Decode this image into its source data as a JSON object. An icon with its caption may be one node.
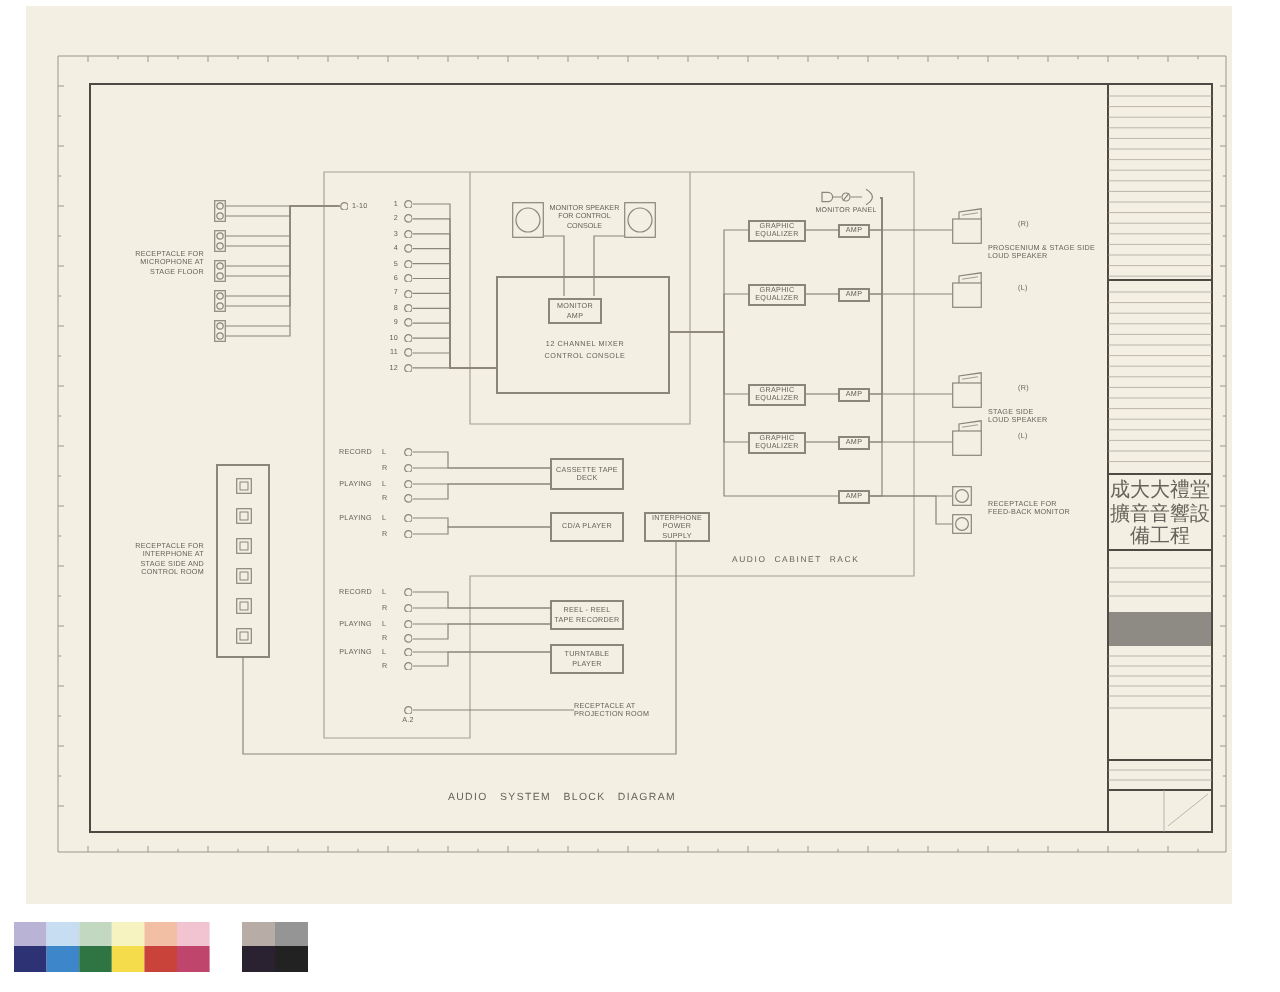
{
  "diagram": {
    "title": "AUDIO SYSTEM BLOCK DIAGRAM",
    "nodes": [
      {
        "text": [],
        "shape": "box"
      },
      {
        "text": [],
        "shape": "box"
      },
      {
        "text": [],
        "shape": "box"
      },
      {
        "text": [],
        "shape": "box"
      },
      {
        "text": [],
        "shape": "box"
      },
      {
        "text": [],
        "shape": "circle",
        "beside": [
          "1-10"
        ]
      },
      {
        "text": [],
        "shape": "circle",
        "beside": [
          "1"
        ]
      },
      {
        "text": [],
        "shape": "circle",
        "beside": [
          "2"
        ]
      },
      {
        "text": [],
        "shape": "circle",
        "beside": [
          "3"
        ]
      },
      {
        "text": [],
        "shape": "circle",
        "beside": [
          "4"
        ]
      },
      {
        "text": [],
        "shape": "circle",
        "beside": [
          "5"
        ]
      },
      {
        "text": [],
        "shape": "circle",
        "beside": [
          "6"
        ]
      },
      {
        "text": [],
        "shape": "circle",
        "beside": [
          "7"
        ]
      },
      {
        "text": [],
        "shape": "circle",
        "beside": [
          "8"
        ]
      },
      {
        "text": [],
        "shape": "circle",
        "beside": [
          "9"
        ]
      },
      {
        "text": [],
        "shape": "circle",
        "beside": [
          "10"
        ]
      },
      {
        "text": [],
        "shape": "circle",
        "beside": [
          "11"
        ]
      },
      {
        "text": [],
        "shape": "circle",
        "beside": [
          "12"
        ]
      },
      {
        "text": [],
        "shape": "speaker"
      },
      {
        "text": [],
        "shape": "speaker"
      },
      {
        "text": [
          "12 CHANNEL MIXER CONTROL CONSOLE"
        ]
      },
      {
        "text": [
          "MONITOR AMP"
        ],
        "in": 20
      },
      {
        "text": [
          "MONITOR PANEL"
        ]
      },
      {
        "text": [
          "GRAPHIC EQUALIZER"
        ]
      },
      {
        "text": [
          "AMP"
        ]
      },
      {
        "text": [],
        "shape": "speaker"
      },
      {
        "text": [
          "GRAPHIC EQUALIZER"
        ]
      },
      {
        "text": [
          "AMP"
        ]
      },
      {
        "text": [],
        "shape": "speaker"
      },
      {
        "text": [
          "GRAPHIC EQUALIZER"
        ]
      },
      {
        "text": [
          "AMP"
        ]
      },
      {
        "text": [],
        "shape": "speaker"
      },
      {
        "text": [
          "GRAPHIC EQUALIZER"
        ]
      },
      {
        "text": [
          "AMP"
        ]
      },
      {
        "text": [],
        "shape": "speaker"
      },
      {
        "text": [
          "AMP"
        ]
      },
      {
        "text": [],
        "shape": "box"
      },
      {
        "text": [],
        "shape": "box"
      },
      {
        "text": [],
        "shape": "box",
        "beside": [
          "RECEPTACLE FOR INTERPHONE AT STAGE SIDE AND CONTROL ROOM"
        ]
      },
      {
        "text": [],
        "shape": "circle",
        "beside": [
          "RECORD",
          "L"
        ]
      },
      {
        "text": [],
        "shape": "circle",
        "beside": [
          "R"
        ]
      },
      {
        "text": [],
        "shape": "circle",
        "beside": [
          "PLAYING",
          "L"
        ]
      },
      {
        "text": [],
        "shape": "circle",
        "beside": [
          "R"
        ]
      },
      {
        "text": [
          "CASSETTE TAPE DECK"
        ]
      },
      {
        "text": [],
        "shape": "circle",
        "beside": [
          "PLAYING",
          "L"
        ]
      },
      {
        "text": [],
        "shape": "circle",
        "beside": [
          "R"
        ]
      },
      {
        "text": [
          "CD/A PLAYER"
        ]
      },
      {
        "text": [
          "INTERPHONE POWER SUPPLY"
        ]
      },
      {
        "text": [],
        "shape": "circle",
        "beside": [
          "RECORD",
          "L"
        ]
      },
      {
        "text": [],
        "shape": "circle",
        "beside": [
          "R"
        ]
      },
      {
        "text": [],
        "shape": "circle",
        "beside": [
          "PLAYING",
          "L"
        ]
      },
      {
        "text": [],
        "shape": "circle",
        "beside": [
          "R"
        ]
      },
      {
        "text": [
          "REEL - REEL TAPE RECORDER"
        ]
      },
      {
        "text": [],
        "shape": "circle",
        "beside": [
          "PLAYING",
          "L"
        ]
      },
      {
        "text": [],
        "shape": "circle",
        "beside": [
          "R"
        ]
      },
      {
        "text": [
          "TURNTABLE PLAYER"
        ]
      },
      {
        "text": [],
        "shape": "circle",
        "beside": [
          "A.2"
        ]
      },
      {
        "text": [
          "RECEPTACLE AT PROJECTION ROOM"
        ]
      }
    ],
    "edges": [
      {
        "from": 0,
        "to": 5,
        "arrow": "none"
      },
      {
        "from": 1,
        "to": 5,
        "arrow": "none"
      },
      {
        "from": 2,
        "to": 5,
        "arrow": "none"
      },
      {
        "from": 3,
        "to": 5,
        "arrow": "none"
      },
      {
        "from": 4,
        "to": 5,
        "arrow": "none"
      },
      {
        "from": 6,
        "to": 20,
        "arrow": "none"
      },
      {
        "from": 7,
        "to": 20,
        "arrow": "none"
      },
      {
        "from": 8,
        "to": 20,
        "arrow": "none"
      },
      {
        "from": 9,
        "to": 20,
        "arrow": "none"
      },
      {
        "from": 10,
        "to": 20,
        "arrow": "none"
      },
      {
        "from": 11,
        "to": 20,
        "arrow": "none"
      },
      {
        "from": 12,
        "to": 20,
        "arrow": "none"
      },
      {
        "from": 13,
        "to": 20,
        "arrow": "none"
      },
      {
        "from": 14,
        "to": 20,
        "arrow": "none"
      },
      {
        "from": 15,
        "to": 20,
        "arrow": "none"
      },
      {
        "from": 16,
        "to": 20,
        "arrow": "none"
      },
      {
        "from": 17,
        "to": 20,
        "arrow": "none"
      },
      {
        "from": 21,
        "to": 18,
        "arrow": "none"
      },
      {
        "from": 21,
        "to": 19,
        "arrow": "none"
      },
      {
        "from": 20,
        "to": 23,
        "arrow": "none"
      },
      {
        "from": 20,
        "to": 26,
        "arrow": "none"
      },
      {
        "from": 20,
        "to": 29,
        "arrow": "none"
      },
      {
        "from": 20,
        "to": 32,
        "arrow": "none"
      },
      {
        "from": 20,
        "to": 35,
        "arrow": "none"
      },
      {
        "from": 23,
        "to": 24,
        "arrow": "none"
      },
      {
        "from": 26,
        "to": 27,
        "arrow": "none"
      },
      {
        "from": 29,
        "to": 30,
        "arrow": "none"
      },
      {
        "from": 32,
        "to": 33,
        "arrow": "none"
      },
      {
        "from": 24,
        "to": 25,
        "arrow": "none"
      },
      {
        "from": 27,
        "to": 28,
        "arrow": "none"
      },
      {
        "from": 30,
        "to": 31,
        "arrow": "none"
      },
      {
        "from": 33,
        "to": 34,
        "arrow": "none"
      },
      {
        "from": 35,
        "to": 36,
        "arrow": "none"
      },
      {
        "from": 35,
        "to": 37,
        "arrow": "none"
      },
      {
        "from": 22,
        "to": 24,
        "arrow": "none"
      },
      {
        "from": 22,
        "to": 27,
        "arrow": "none"
      },
      {
        "from": 22,
        "to": 30,
        "arrow": "none"
      },
      {
        "from": 22,
        "to": 33,
        "arrow": "none"
      },
      {
        "from": 22,
        "to": 35,
        "arrow": "none"
      },
      {
        "from": 39,
        "to": 43,
        "arrow": "none"
      },
      {
        "from": 40,
        "to": 43,
        "arrow": "none"
      },
      {
        "from": 41,
        "to": 43,
        "arrow": "none"
      },
      {
        "from": 42,
        "to": 43,
        "arrow": "none"
      },
      {
        "from": 44,
        "to": 46,
        "arrow": "none"
      },
      {
        "from": 45,
        "to": 46,
        "arrow": "none"
      },
      {
        "from": 48,
        "to": 52,
        "arrow": "none"
      },
      {
        "from": 49,
        "to": 52,
        "arrow": "none"
      },
      {
        "from": 50,
        "to": 52,
        "arrow": "none"
      },
      {
        "from": 51,
        "to": 52,
        "arrow": "none"
      },
      {
        "from": 53,
        "to": 55,
        "arrow": "none"
      },
      {
        "from": 54,
        "to": 55,
        "arrow": "none"
      },
      {
        "from": 56,
        "to": 57,
        "arrow": "none"
      },
      {
        "from": 47,
        "to": 38,
        "arrow": "none"
      }
    ],
    "labels": [
      "RECEPTACLE FOR MICROPHONE AT STAGE FLOOR",
      "MONITOR SPEAKER FOR CONTROL CONSOLE",
      "(R)",
      "PROSCENIUM & STAGE SIDE LOUD SPEAKER",
      "(L)",
      "(R)",
      "STAGE SIDE LOUD SPEAKER",
      "(L)",
      "RECEPTACLE FOR FEED-BACK MONITOR",
      "AUDIO CABINET RACK",
      "成大大禮堂",
      "擴音音響設備工程"
    ]
  }
}
